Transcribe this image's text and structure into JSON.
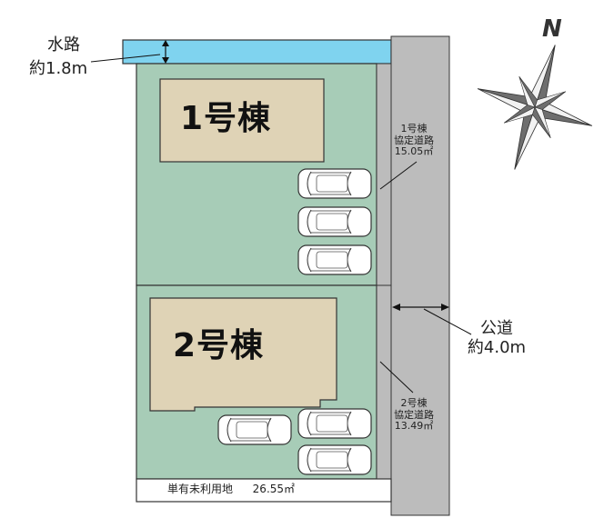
{
  "waterway": {
    "label": "水路",
    "width": "約1.8m"
  },
  "lots": [
    {
      "building_label": "1号棟"
    },
    {
      "building_label": "2号棟"
    }
  ],
  "public_road": {
    "label": "公道",
    "width": "約4.0m"
  },
  "agreement_roads": [
    {
      "building": "1号棟",
      "type": "協定道路",
      "area": "15.05㎡"
    },
    {
      "building": "2号棟",
      "type": "協定道路",
      "area": "13.49㎡"
    }
  ],
  "shared_land": {
    "label": "単有未利用地",
    "area": "26.55㎡"
  },
  "compass": {
    "label": "N"
  },
  "colors": {
    "lot": "#a7ccb7",
    "building": "#dfd3b6",
    "road": "#bcbcbc",
    "waterway": "#7fd3ef",
    "outline": "#333333"
  }
}
